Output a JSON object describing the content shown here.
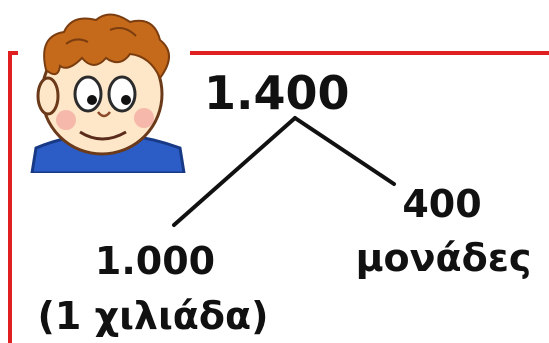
{
  "diagram": {
    "total": "1.400",
    "left_branch": {
      "value": "1.000",
      "label": "(1 χιλιάδα)"
    },
    "right_branch": {
      "value": "400",
      "label": "μονάδες"
    }
  },
  "colors": {
    "frame": "#e02020",
    "text": "#111111",
    "face": "#fde7c8",
    "hair": "#c56a1a",
    "shirt": "#2c5cc5"
  }
}
